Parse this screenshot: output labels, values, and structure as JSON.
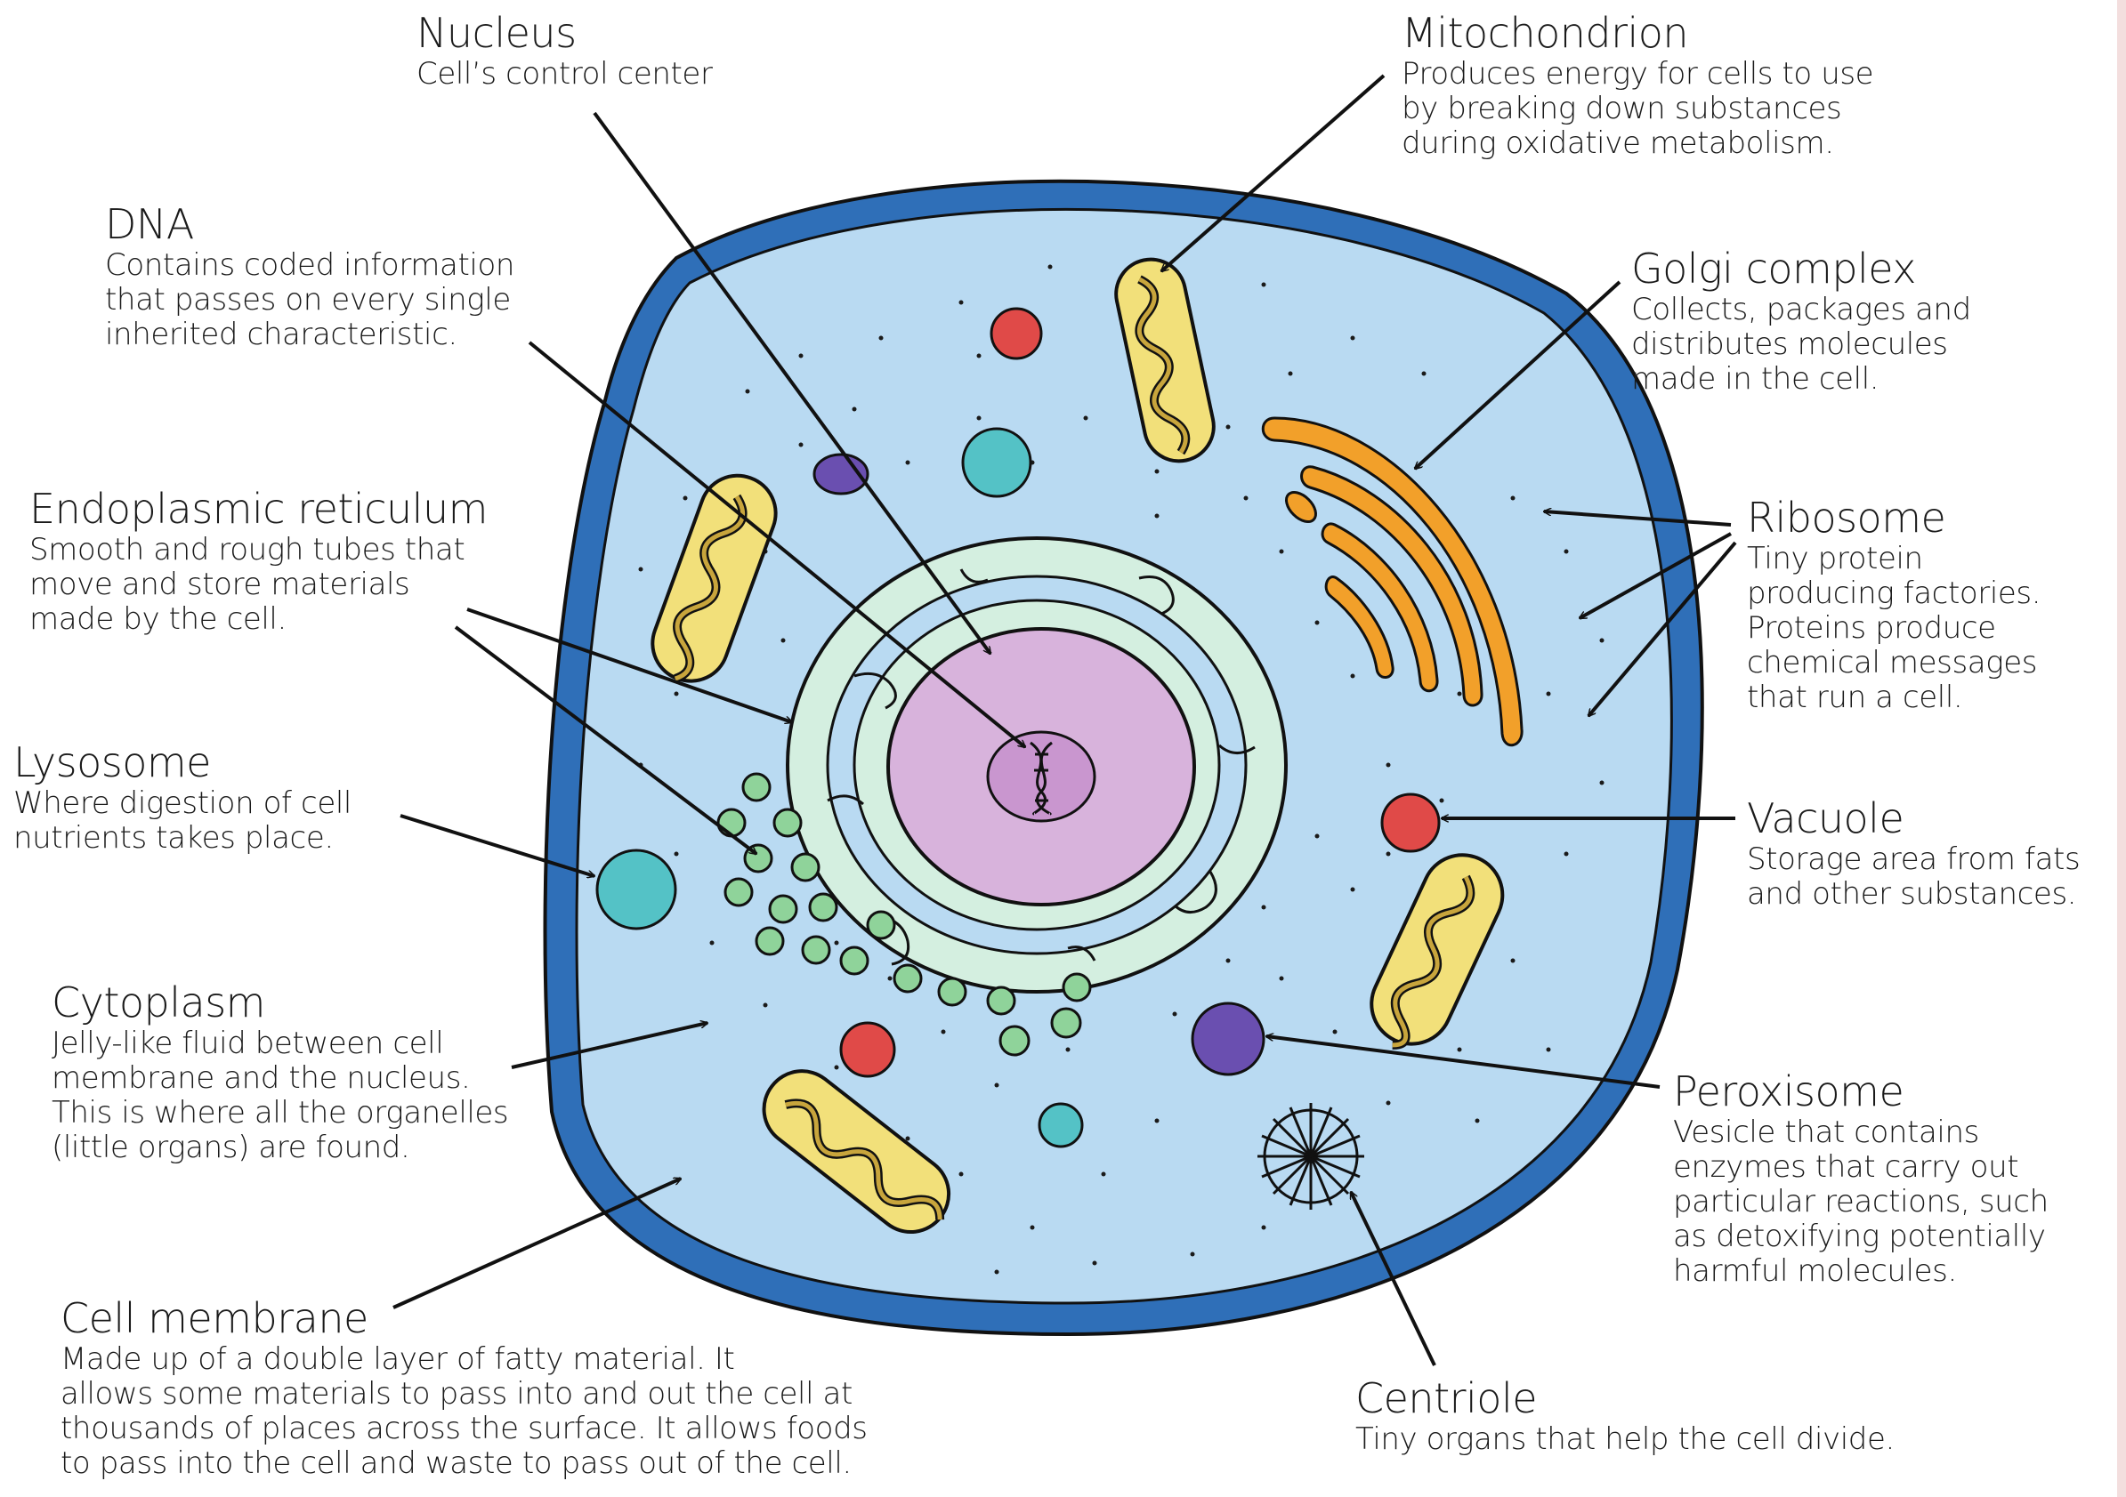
{
  "colors": {
    "membrane": "#2f6fb8",
    "cytoplasm": "#b9daf2",
    "er": "#d4efe0",
    "nucleus": "#d8b3dc",
    "nucleolus": "#c996cf",
    "mitochondrion": "#f2e07a",
    "mito_fold": "#c8a53c",
    "golgi": "#f2a02a",
    "vacuole": "#e04a48",
    "lysosome": "#54c2c6",
    "peroxisome": "#6a4fb0",
    "vesicle": "#8fd39a"
  },
  "labels": {
    "nucleus": {
      "title": "Nucleus",
      "desc": "Cell’s control center"
    },
    "mitochondrion": {
      "title": "Mitochondrion",
      "desc": "Produces energy for cells to use\nby breaking down substances\nduring oxidative metabolism."
    },
    "dna": {
      "title": "DNA",
      "desc": "Contains coded information\nthat passes on every single\ninherited characteristic."
    },
    "golgi": {
      "title": "Golgi complex",
      "desc": "Collects, packages and\ndistributes molecules\nmade in the cell."
    },
    "er": {
      "title": "Endoplasmic reticulum",
      "desc": "Smooth and rough tubes that\nmove and store materials\nmade by the cell."
    },
    "ribosome": {
      "title": "Ribosome",
      "desc": "Tiny protein\nproducing factories.\nProteins produce\nchemical messages\nthat run a cell."
    },
    "lysosome": {
      "title": "Lysosome",
      "desc": "Where digestion of cell\nnutrients takes place."
    },
    "vacuole": {
      "title": "Vacuole",
      "desc": "Storage area from fats\nand other substances."
    },
    "cytoplasm": {
      "title": "Cytoplasm",
      "desc": "Jelly-like fluid between cell\nmembrane and the nucleus.\nThis is where all the organelles\n(little organs) are found."
    },
    "peroxisome": {
      "title": "Peroxisome",
      "desc": "Vesicle that contains\nenzymes that carry out\nparticular reactions, such\nas detoxifying potentially\nharmful molecules."
    },
    "membrane": {
      "title": "Cell membrane",
      "desc": "Made up of a double layer of fatty material. It\nallows some materials to pass into and out the cell at\nthousands of places across the surface. It allows foods\nto pass into the cell and waste to pass out of the cell."
    },
    "centriole": {
      "title": "Centriole",
      "desc": "Tiny organs that help the cell divide."
    }
  }
}
